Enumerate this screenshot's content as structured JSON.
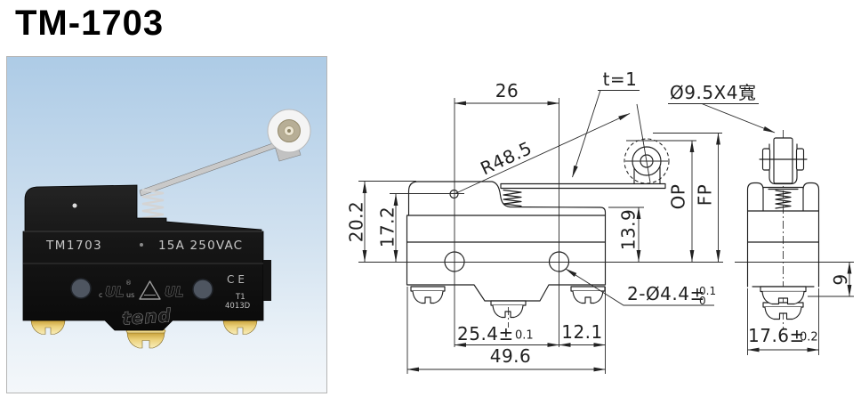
{
  "title": "TM-1703",
  "photo": {
    "model": "TM1703",
    "rating": "15A 250VAC",
    "ce": "CE",
    "t_code": "T1",
    "date_code": "4013D",
    "brand": "tend",
    "cert_c": "c",
    "cert_ul": "UL",
    "cert_us": "us",
    "cert_reg": "®",
    "cert_ul2": "UL"
  },
  "drawing": {
    "dim_26": "26",
    "t_label": "t=1",
    "r_label": "R48.5",
    "roller_label": "Ø9.5X4寬",
    "dim_20_2": "20.2",
    "dim_17_2": "17.2",
    "dim_13_9": "13.9",
    "op": "OP",
    "fp": "FP",
    "hole_callout": "2-Ø4.4±",
    "hole_tol_up": "0.1",
    "hole_tol_dn": "0",
    "dim_25_4": "25.4±",
    "tol_25_4": "0.1",
    "dim_12_1": "12.1",
    "dim_49_6": "49.6",
    "dim_9": "9",
    "dim_17_6": "17.6±",
    "tol_17_6": "0.2"
  }
}
